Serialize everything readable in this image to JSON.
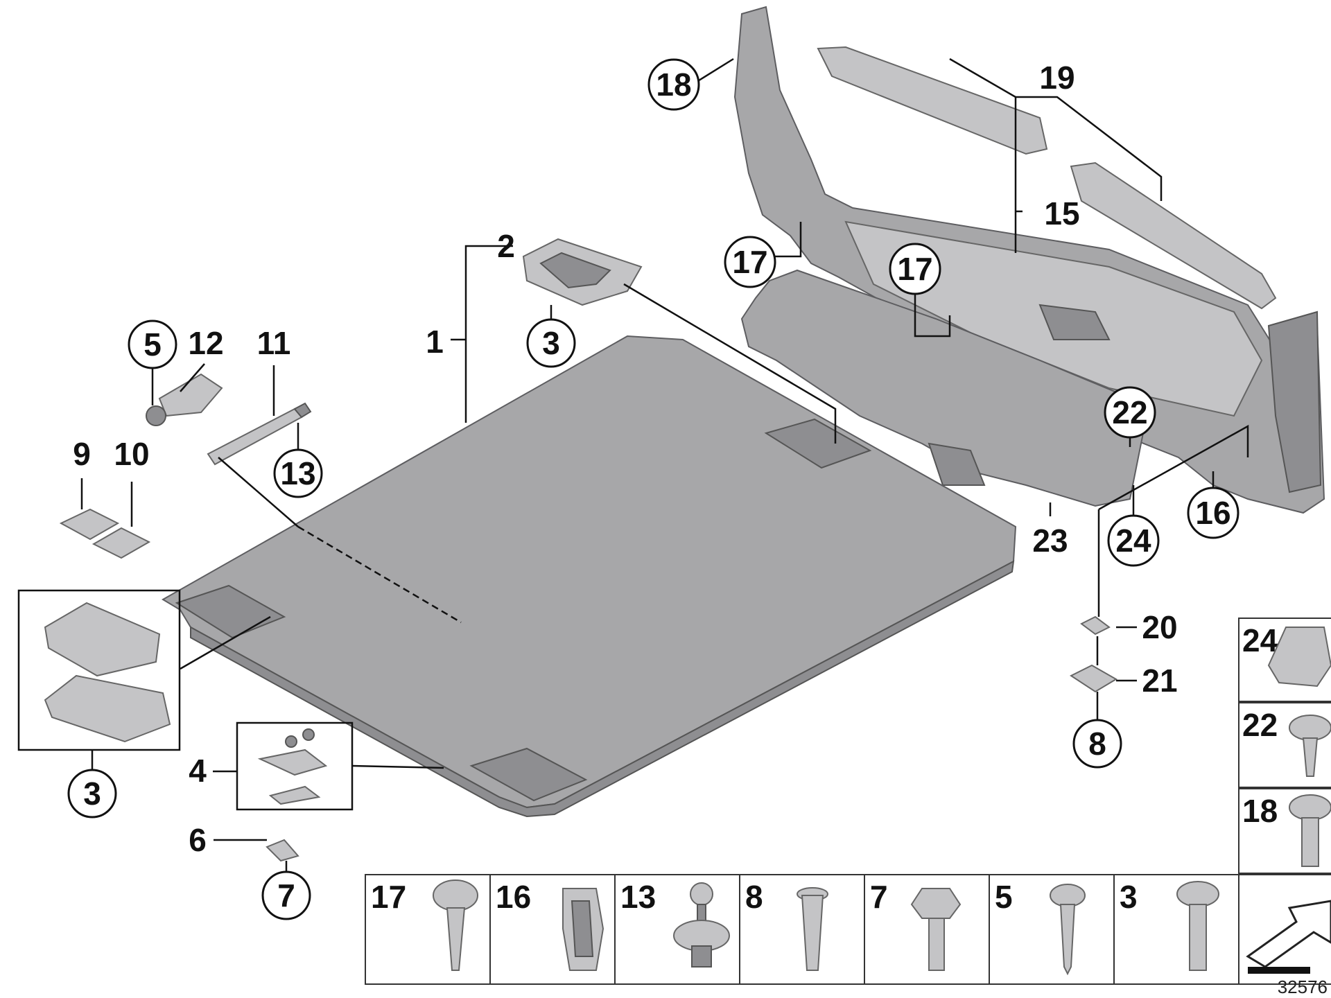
{
  "diagram": {
    "reference_number": "32576",
    "part_labels": {
      "p1": "1",
      "p2": "2",
      "p3_top": "3",
      "p3_left": "3",
      "p4": "4",
      "p5": "5",
      "p6": "6",
      "p7": "7",
      "p8": "8",
      "p9": "9",
      "p10": "10",
      "p11": "11",
      "p12": "12",
      "p13": "13",
      "p15": "15",
      "p16": "16",
      "p17_a": "17",
      "p17_b": "17",
      "p18": "18",
      "p19": "19",
      "p20": "20",
      "p21": "21",
      "p22": "22",
      "p23": "23",
      "p24": "24"
    },
    "fastener_row": [
      "17",
      "16",
      "13",
      "8",
      "7",
      "5",
      "3"
    ],
    "fastener_column": [
      "24",
      "22",
      "18"
    ]
  }
}
